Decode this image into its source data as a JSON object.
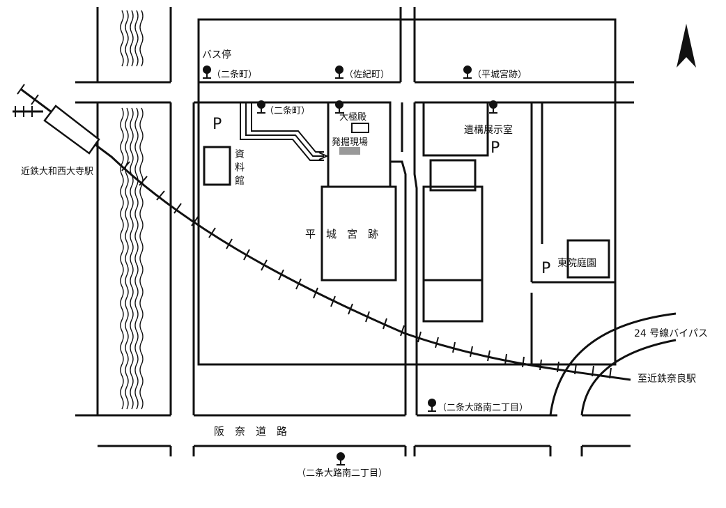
{
  "labels": {
    "bus_stop": "バス停",
    "nijo_top": "（二条町）",
    "saki": "（佐紀町）",
    "heijo_top": "（平城宮跡）",
    "nijo_mid": "（二条町）",
    "daigokuden": "大極殿",
    "excavation": "発掘現場",
    "shiryokan": [
      "資",
      "料",
      "館"
    ],
    "iko": "遺構展示室",
    "heijo_main": "平　城　宮　跡",
    "toin": "東院庭園",
    "kintetsu_yamato": "近鉄大和西大寺駅",
    "route24": "24 号線バイパス",
    "kintetsu_nara": "至近鉄奈良駅",
    "nijo_south_1": "（二条大路南二丁目）",
    "hanna": "阪　奈　道　路",
    "nijo_south_2": "（二条大路南二丁目）",
    "parking": "P"
  },
  "colors": {
    "ink": "#111111",
    "excavation_fill": "#999999"
  },
  "icons": {
    "north": "north-arrow-icon",
    "bus": "bus-stop-icon",
    "river": "river-icon",
    "rail": "railway-icon",
    "station": "station-icon"
  }
}
